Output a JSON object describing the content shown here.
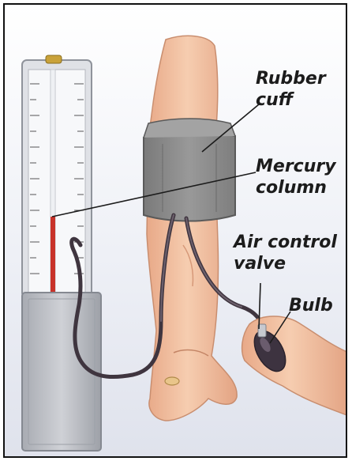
{
  "labels": {
    "rubber_cuff": {
      "line1": "Rubber",
      "line2": "cuff"
    },
    "mercury_column": {
      "line1": "Mercury",
      "line2": "column"
    },
    "air_control_valve": {
      "line1": "Air control",
      "line2": "valve"
    },
    "bulb": {
      "line1": "Bulb"
    }
  },
  "colors": {
    "skin": "#f1c09e",
    "skin_shadow": "#d99a7a",
    "cuff": "#8a8a8a",
    "cuff_dark": "#6e6e6e",
    "tube": "#4a3f4a",
    "mercury": "#c8322a",
    "device_body": "#b9bbc0",
    "label_text": "#1c1c1c"
  }
}
